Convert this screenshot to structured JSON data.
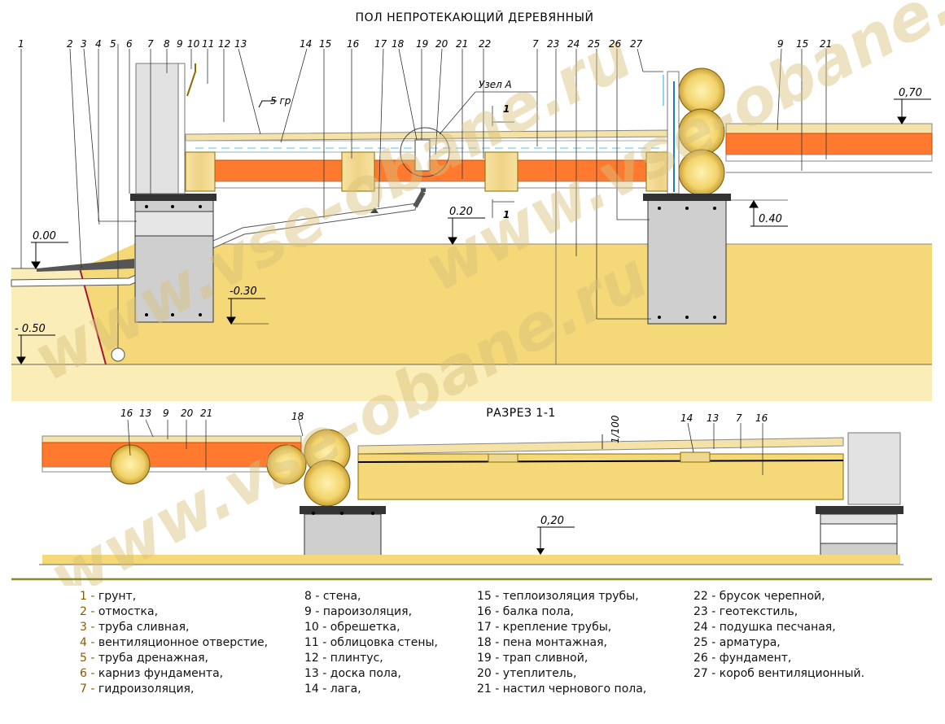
{
  "title": "ПОЛ  НЕПРОТЕКАЮЩИЙ  ДЕРЕВЯННЫЙ",
  "section_title": "РАЗРЕЗ  1-1",
  "node_label": "Узел А",
  "slope_label": "5 гр",
  "section_slope": "1/100",
  "section_mark": "1",
  "watermark": "www.vse-obane.ru",
  "top_numbers": [
    "1",
    "2",
    "3",
    "4",
    "5",
    "6",
    "7",
    "8",
    "9",
    "10",
    "11",
    "12",
    "13",
    "14",
    "15",
    "16",
    "17",
    "18",
    "19",
    "20",
    "21",
    "22",
    "7",
    "23",
    "24",
    "25",
    "26",
    "27",
    "9",
    "15",
    "21"
  ],
  "section_numbers": [
    "16",
    "13",
    "9",
    "20",
    "21",
    "18",
    "14",
    "13",
    "7",
    "16"
  ],
  "elevations": {
    "e000": "0.00",
    "e020": "0.20",
    "e030": "-0.30",
    "e050": "- 0.50",
    "e040": "0.40",
    "e070": "0,70",
    "s020": "0,20"
  },
  "legend": [
    [
      {
        "n": "1",
        "t": "грунт,"
      },
      {
        "n": "2",
        "t": "отмостка,"
      },
      {
        "n": "3",
        "t": "труба сливная,"
      },
      {
        "n": "4",
        "t": "вентиляционное отверстие,"
      },
      {
        "n": "5",
        "t": "труба дренажная,"
      },
      {
        "n": "6",
        "t": "карниз фундамента,"
      },
      {
        "n": "7",
        "t": "гидроизоляция,"
      }
    ],
    [
      {
        "n": "8",
        "t": "стена,"
      },
      {
        "n": "9",
        "t": "пароизоляция,"
      },
      {
        "n": "10",
        "t": "обрешетка,"
      },
      {
        "n": "11",
        "t": "облицовка стены,"
      },
      {
        "n": "12",
        "t": "плинтус,"
      },
      {
        "n": "13",
        "t": "доска пола,"
      },
      {
        "n": "14",
        "t": "лага,"
      }
    ],
    [
      {
        "n": "15",
        "t": "теплоизоляция трубы,"
      },
      {
        "n": "16",
        "t": "балка пола,"
      },
      {
        "n": "17",
        "t": "крепление трубы,"
      },
      {
        "n": "18",
        "t": "пена монтажная,"
      },
      {
        "n": "19",
        "t": "трап сливной,"
      },
      {
        "n": "20",
        "t": "утеплитель,"
      },
      {
        "n": "21",
        "t": "настил чернового пола,"
      }
    ],
    [
      {
        "n": "22",
        "t": "брусок черепной,"
      },
      {
        "n": "23",
        "t": "геотекстиль,"
      },
      {
        "n": "24",
        "t": "подушка песчаная,"
      },
      {
        "n": "25",
        "t": "арматура,"
      },
      {
        "n": "26",
        "t": "фундамент,"
      },
      {
        "n": "27",
        "t": "короб вентиляционный."
      }
    ]
  ],
  "colors": {
    "sand": "#f5d878",
    "sand_light": "#fbe9a8",
    "insulation": "#ff7a2e",
    "wood": "#f0d790",
    "concrete": "#cfcfcf",
    "legend_num": "#8a5a00",
    "rule": "#8a8a2a"
  }
}
